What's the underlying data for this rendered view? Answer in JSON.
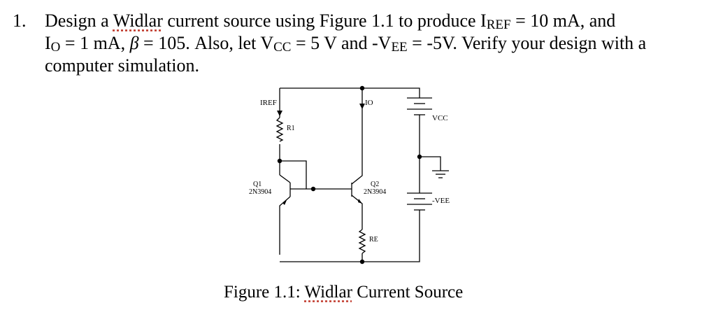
{
  "problem": {
    "number": "1.",
    "line1": {
      "a": "Design a ",
      "widlar": "Widlar",
      "b": " current source using Figure 1.1 to produce I",
      "iref_sub": "REF",
      "c": " = 10 mA, and"
    },
    "line2": {
      "a": "I",
      "io_sub": "O",
      "b": " = 1 mA, ",
      "beta": "β",
      "c": " = 105. Also, let V",
      "vcc_sub": "CC",
      "d": " = 5 V and -V",
      "vee_sub": "EE",
      "e": " = -5V.  Verify your design with a"
    },
    "line3": "computer simulation."
  },
  "circuit": {
    "iref_label": "IREF",
    "io_label": "IO",
    "r1_label": "R1",
    "re_label": "RE",
    "q1_label": "Q1",
    "q1_part": "2N3904",
    "q2_label": "Q2",
    "q2_part": "2N3904",
    "vcc_label": "VCC",
    "vee_label": "-VEE"
  },
  "caption": {
    "prefix": "Figure 1.1: ",
    "widlar": "Widlar",
    "suffix": " Current Source"
  }
}
